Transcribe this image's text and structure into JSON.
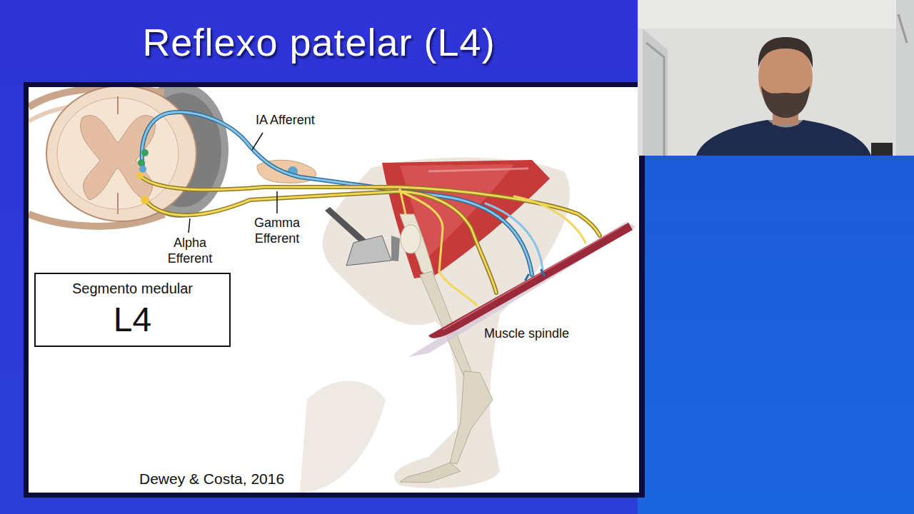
{
  "diagram": {
    "title": "Reflexo patelar (L4)",
    "nodes": [
      {
        "text": [
          "Segmento medular",
          "L4"
        ]
      }
    ],
    "labels": [
      "IA Afferent",
      "Gamma Efferent",
      "Alpha Efferent",
      "Muscle spindle",
      "Dewey & Costa, 2016"
    ]
  }
}
